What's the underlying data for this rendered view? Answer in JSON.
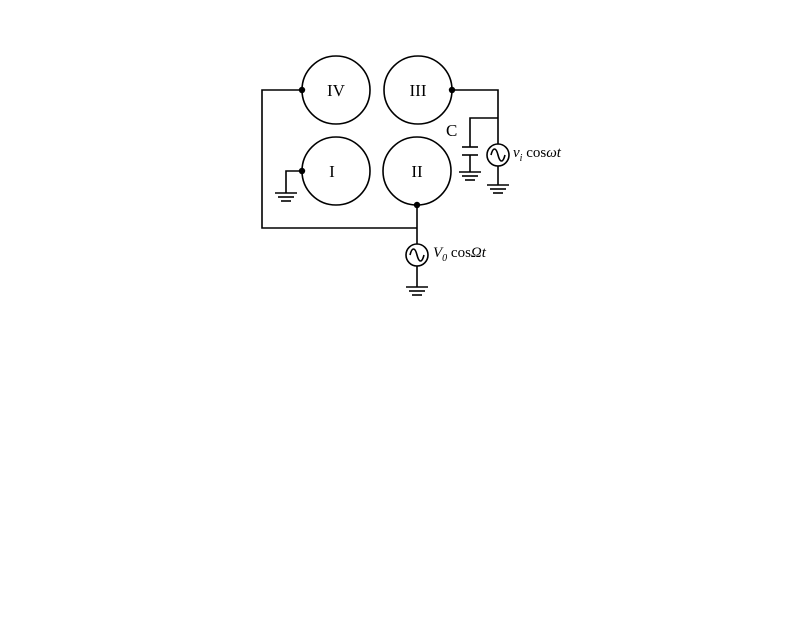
{
  "electrodes": {
    "iv": "IV",
    "iii": "III",
    "i": "I",
    "ii": "II"
  },
  "capacitor_label": "C",
  "rf_source": {
    "amp": "V",
    "sub": "0",
    "text": " cos",
    "freq": "Ω",
    "t": "t"
  },
  "probe_source": {
    "amp": "v",
    "sub": "i",
    "text": " cos",
    "freq": "ω",
    "t": "t"
  }
}
